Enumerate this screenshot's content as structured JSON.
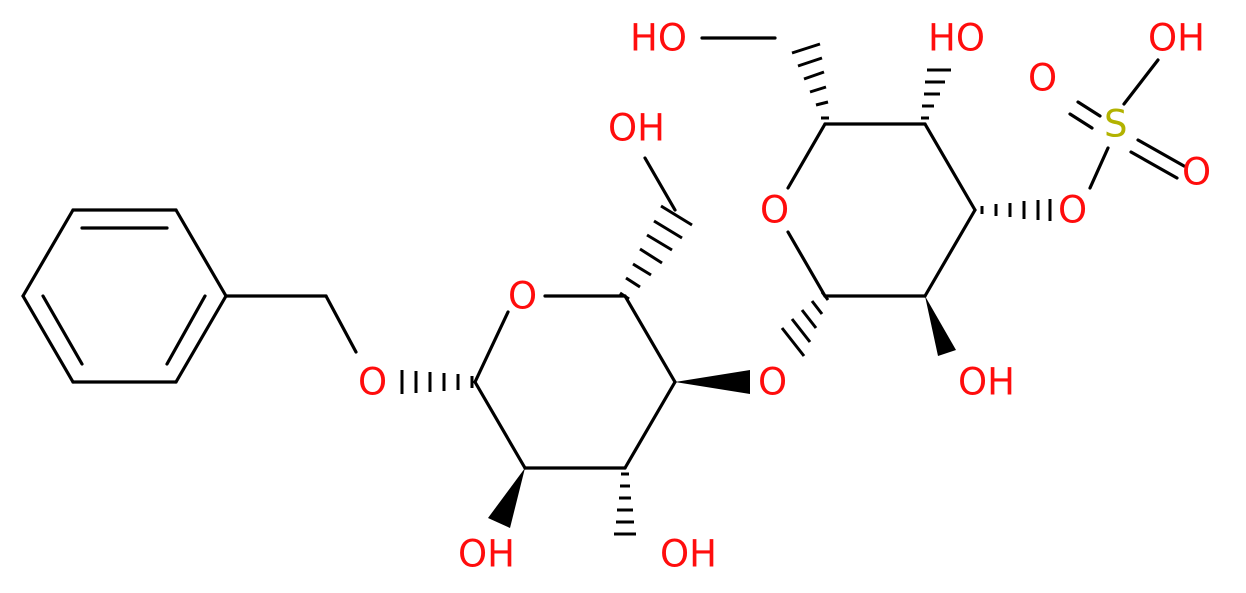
{
  "colors": {
    "oxygen": "#ff0d0d",
    "sulfur": "#b2b200",
    "bond": "#000000",
    "background": "#ffffff"
  },
  "labels": {
    "ho_top_left": "HO",
    "oh_c4_right": "HO",
    "oh_sulfate": "OH",
    "o_double_a": "O",
    "s_sulfur": "S",
    "o_double_b": "O",
    "o_ester": "O",
    "o_ring_right": "O",
    "oh_c6_left": "OH",
    "o_ring_left": "O",
    "o_glycosidic": "O",
    "o_benzyl": "O",
    "oh_c2_right": "OH",
    "oh_c2_left": "OH",
    "oh_c3_left": "OH"
  }
}
